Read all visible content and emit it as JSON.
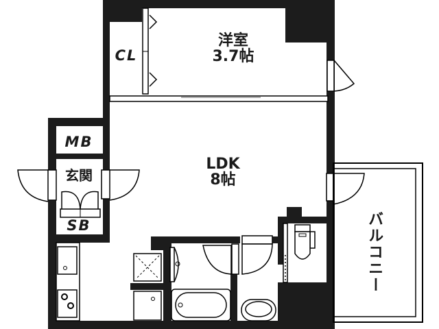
{
  "floor_plan": {
    "rooms": {
      "western_room": {
        "name": "洋室",
        "size": "3.7帖"
      },
      "closet": {
        "name": "CL"
      },
      "ldk": {
        "name": "LDK",
        "size": "8帖"
      },
      "meter_box": {
        "name": "MB"
      },
      "entrance": {
        "name": "玄関"
      },
      "shoe_box": {
        "name": "SB"
      },
      "balcony": {
        "name": "バルコニー"
      }
    },
    "colors": {
      "wall": "#1c1c1c",
      "background": "#ffffff",
      "line": "#000000"
    }
  }
}
